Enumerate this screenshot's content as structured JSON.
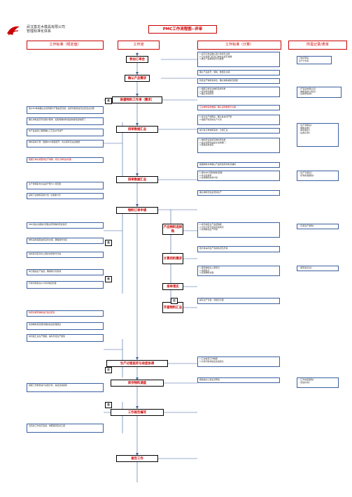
{
  "header": {
    "company_line1": "武汉基龙木模具有限公司",
    "company_line2": "管理标准化体系",
    "title": "PMC工作流程图--评审"
  },
  "columns": {
    "left": "工作标准（规定值）",
    "center": "工作流",
    "right": "工作标准（计算）",
    "output": "所需记录/表单"
  },
  "colors": {
    "accent": "#cc0000",
    "box_border": "#3a5fa0",
    "line": "#3a5fa0"
  },
  "nodes": [
    {
      "id": "n1",
      "label": "参加订单会"
    },
    {
      "id": "n2",
      "label": "确认产品需求"
    },
    {
      "id": "n3",
      "label": "新建物料工作单（需求）"
    },
    {
      "id": "n4",
      "label": "排单数据汇总"
    },
    {
      "id": "n5",
      "label": "排单数据汇总"
    },
    {
      "id": "n6",
      "label": "物料订单申请"
    },
    {
      "id": "n7",
      "label": "产品物料选择购"
    },
    {
      "id": "n8",
      "label": "计算用料需求"
    },
    {
      "id": "n9",
      "label": "排单落实"
    },
    {
      "id": "n10",
      "label": "齐套物料汇总"
    },
    {
      "id": "n11",
      "label": "生产过程监控与进度协调"
    },
    {
      "id": "n12",
      "label": "库存物料调度"
    },
    {
      "id": "n13",
      "label": "工作报告编写"
    },
    {
      "id": "n14",
      "label": "报告工作"
    }
  ],
  "tags": [
    "是",
    "是",
    "是",
    "否",
    "是",
    "否"
  ],
  "left_notes": [
    "客户PO单需确认交货周期与产能是否匹配，如有问题需当天反馈至业务部",
    "确认材料是否符合客户要求，如需特殊材料需提前告知采购部门",
    "新产品需经工程部确认工艺后方可排产",
    "物料需求计算：根据BOM逐级展开，考虑库存及在途数量",
    "根据订单交期安排生产排程，紧急订单优先处理",
    "生产排程需考虑设备产能与人员配置",
    "提前下达物料需求计划（交期前7天）",
    "PMC需在交期前3天确认所有物料到位情况",
    "物料采购需跟进供应商交期，确保按时到货",
    "缺料情况需及时上报并协调替代方案",
    "每日跟进生产进度，确保按计划完成",
    "异常问题需在2小时内响应处理",
    "每周对库存物料进行盘点核对",
    "呆滞物料需定期清理并提出处理建议",
    "每月底汇总生产数据，编写月度生产报告",
    "根据工作报告进行总结分析，提出改进措施",
    "当天的工作当天完成，重要事项及时汇报"
  ],
  "right_notes": [
    "1.接到订单后确认客户需求及交期\n2.与业务部门核对订单信息是否准确\n3.确认产品规格型号及数量",
    "确认产品型号、规格、数量及交期",
    "新建生产物料需求表，确认物料编码及用量",
    "1.根据订单建立物料需求清单\n2.核对库存数量\n3.确认欠料情况",
    "汇总物料需求数据，确认采购数量与交期",
    "1.建立生产排程表，确认各车间产能\n2.根据产能安排生产计划",
    "统计各订单物料需求，分类汇总",
    "1.物料申请需填写物料申请单\n2.经主管审核后提交采购部门\n3.跟进采购进度",
    "根据物料清单确认产品所需原材料及辅料",
    "1.按BOM计算各物料用量\n2.考虑损耗率\n3.生成物料需求计划",
    "确认物料到位后安排生产",
    "1.每日收集生产进度数据\n2.对比计划与实际完成情况\n3.协调解决生产异常",
    "统计各车间生产完成情况及异常",
    "1.库存物料出入库登记\n2.定期盘点\n3.呆滞物料处理",
    "编写生产日报、周报及月报",
    "1.汇总各项工作数据\n2.分析问题并提出改进建议",
    "报告提交上级主管审批"
  ],
  "outputs": [
    "订单评审表\n生产计划表",
    "《产品需求确认表》\n《物料需求计划表》\n《采购申请单》",
    "《生产排程表》\n《物料清单》\n《库存报表》\n《采购订单》",
    "《生产日报表》\n《异常处理报告》",
    "《月度生产报告》",
    "《库存盘点表》",
    "《工作总结报告》\n《改进方案》"
  ]
}
